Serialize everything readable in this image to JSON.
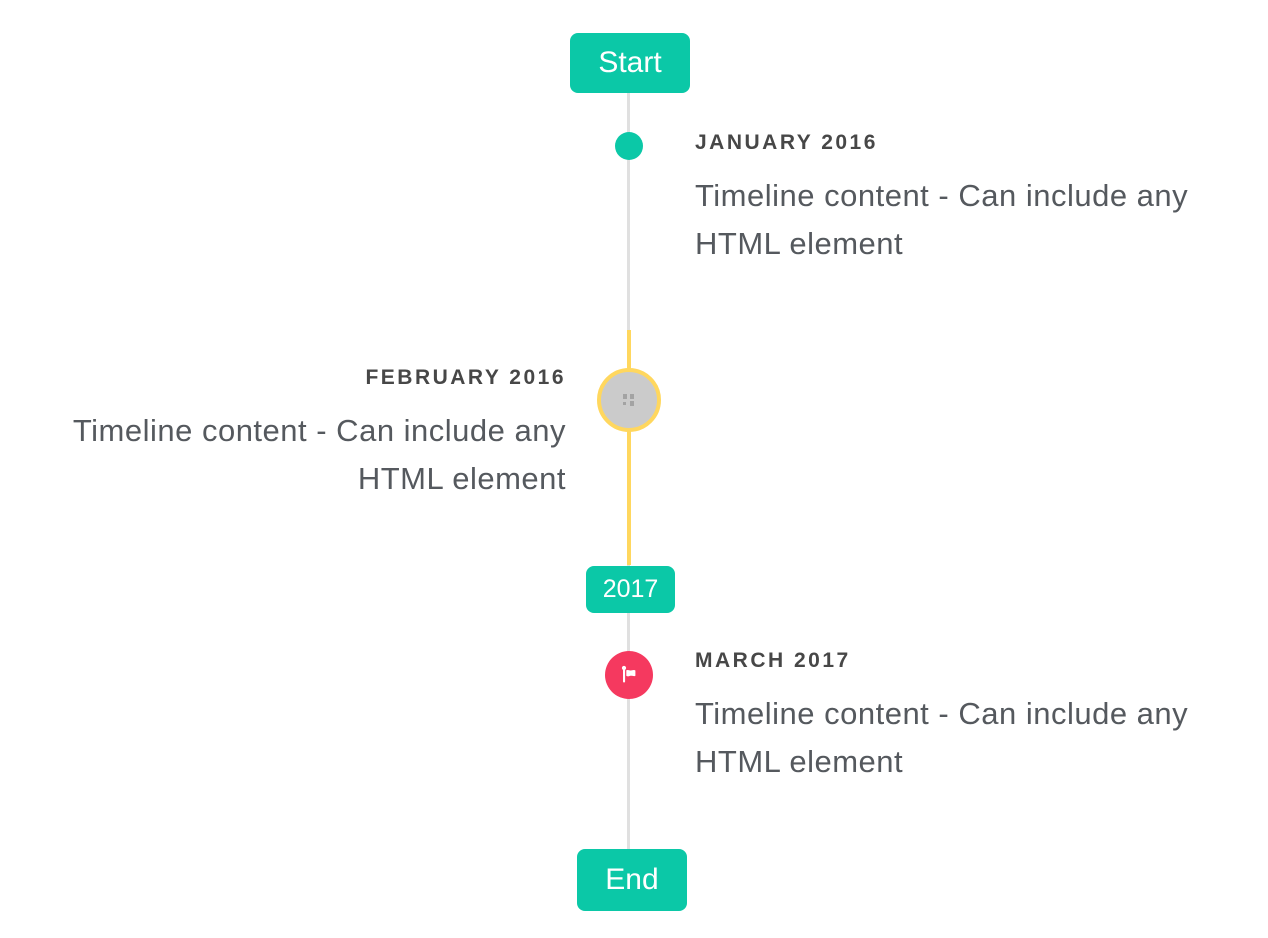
{
  "colors": {
    "accent": "#0bc8a7",
    "highlight": "#ffd75e",
    "flag": "#f5395f",
    "line": "#e0e0e0",
    "marker_fill": "#cbcbcb",
    "date_text": "#474747",
    "content_text": "#55595e"
  },
  "timeline": {
    "start_label": "Start",
    "end_label": "End",
    "year_badge": "2017",
    "items": [
      {
        "date": "JANUARY 2016",
        "content": "Timeline content - Can include any HTML element",
        "side": "right",
        "marker": "dot-marker"
      },
      {
        "date": "FEBRUARY 2016",
        "content": "Timeline content - Can include any HTML element",
        "side": "left",
        "marker": "image-placeholder-marker"
      },
      {
        "date": "MARCH 2017",
        "content": "Timeline content - Can include any HTML element",
        "side": "right",
        "marker": "flag-marker"
      }
    ]
  }
}
